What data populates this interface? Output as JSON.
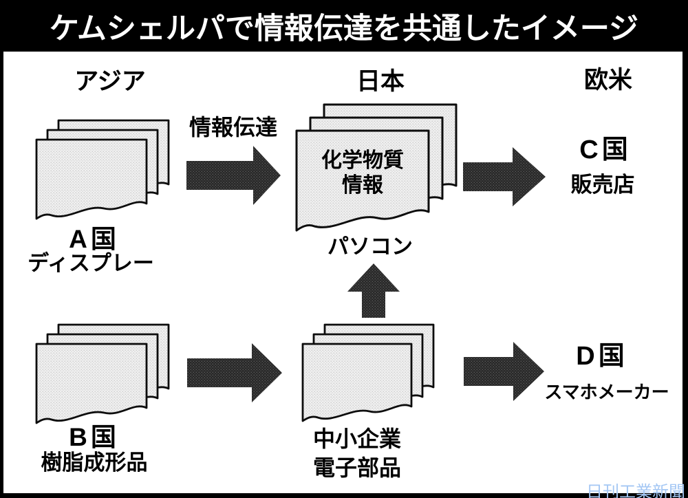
{
  "title": "ケムシェルパで情報伝達を共通したイメージ",
  "columns": {
    "asia": "アジア",
    "japan": "日本",
    "west": "欧米"
  },
  "flow": {
    "transfer_label": "情報伝達",
    "country_a": {
      "name": "A国",
      "desc": "ディスプレー"
    },
    "country_b": {
      "name": "B国",
      "desc": "樹脂成形品"
    },
    "center_top": {
      "doc_line1": "化学物質",
      "doc_line2": "情報",
      "caption": "パソコン"
    },
    "center_bottom": {
      "line1": "中小企業",
      "line2": "電子部品"
    },
    "country_c": {
      "name": "C国",
      "desc": "販売店"
    },
    "country_d": {
      "name": "D国",
      "desc": "スマホメーカー"
    }
  },
  "icons": {
    "arrow_right": "➡",
    "arrow_up": "⬆",
    "document_stack": "stacked pages with wavy bottom"
  },
  "colors": {
    "title_bar": "#000000",
    "page_fill": "#f0f0f0",
    "arrow_fill": "#2e2e2e",
    "credit_text": "#a4c7f4"
  },
  "credit": "日刊工業新聞"
}
